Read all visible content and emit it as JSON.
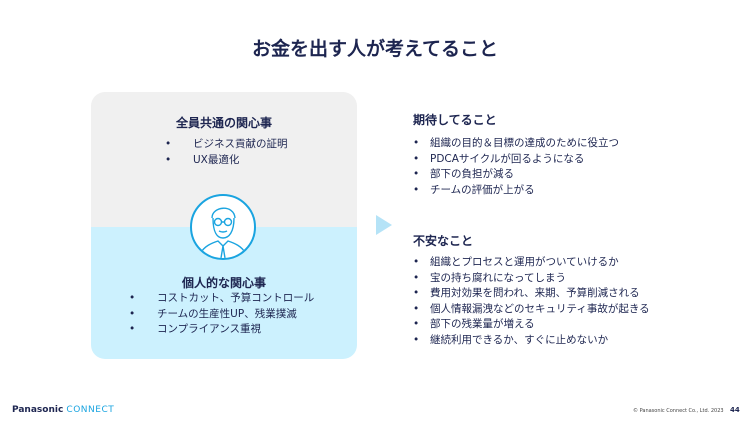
{
  "title": "お金を出す人が考えてること",
  "common": {
    "heading": "全員共通の関心事",
    "items": [
      "ビジネス貢献の証明",
      "UX最適化"
    ]
  },
  "personal": {
    "heading": "個人的な関心事",
    "items": [
      "コストカット、予算コントロール",
      "チームの生産性UP、残業撲滅",
      "コンプライアンス重視"
    ]
  },
  "expect": {
    "heading": "期待してること",
    "items": [
      "組織の目的＆目標の達成のために役立つ",
      "PDCAサイクルが回るようになる",
      "部下の負担が減る",
      "チームの評価が上がる"
    ]
  },
  "worry": {
    "heading": "不安なこと",
    "items": [
      "組織とプロセスと運用がついていけるか",
      "宝の持ち腐れになってしまう",
      "費用対効果を問われ、来期、予算削減される",
      "個人情報漏洩などのセキュリティ事故が起きる",
      "部下の残業量が増える",
      "継続利用できるか、すぐに止めないか"
    ]
  },
  "footer": {
    "brand": "Panasonic",
    "brand_sub": "CONNECT",
    "copyright": "© Panasonic Connect Co., Ltd. 2023",
    "page": "44"
  },
  "colors": {
    "navy": "#1d2550",
    "accent": "#1aa4e0",
    "light_blue": "#ccf1fe",
    "gray": "#f0f0f0"
  }
}
